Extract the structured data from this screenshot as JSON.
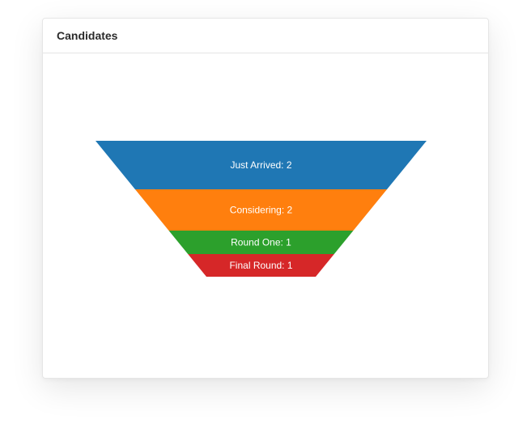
{
  "panel": {
    "title": "Candidates"
  },
  "chart_data": {
    "type": "funnel",
    "title": "",
    "stages": [
      {
        "name": "Just Arrived",
        "value": 2,
        "label": "Just Arrived: 2",
        "color": "#1f77b4"
      },
      {
        "name": "Considering",
        "value": 2,
        "label": "Considering: 2",
        "color": "#ff7f0e"
      },
      {
        "name": "Round One",
        "value": 1,
        "label": "Round One: 1",
        "color": "#2ca02c"
      },
      {
        "name": "Final Round",
        "value": 1,
        "label": "Final Round: 1",
        "color": "#d62728"
      }
    ]
  }
}
